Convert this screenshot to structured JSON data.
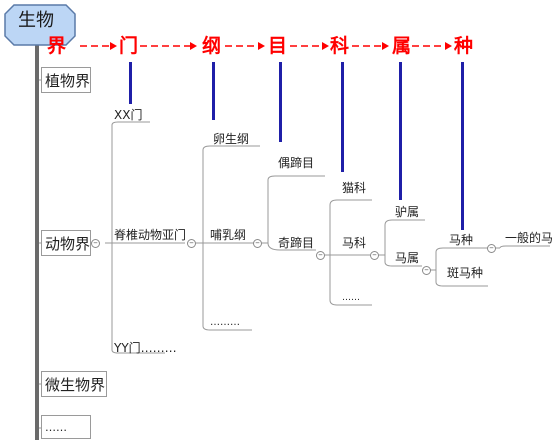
{
  "root": "生物",
  "ranks": [
    "界",
    "门",
    "纲",
    "目",
    "科",
    "属",
    "种"
  ],
  "kingdoms": [
    "植物界",
    "动物界",
    "微生物界",
    "……"
  ],
  "phyla": [
    "XX门",
    "脊椎动物亚门",
    "YY门………"
  ],
  "classes": [
    "卵生纲",
    "哺乳纲",
    "………"
  ],
  "orders": [
    "偶蹄目",
    "奇蹄目"
  ],
  "families": [
    "猫科",
    "马科",
    "……"
  ],
  "genera": [
    "驴属",
    "马属"
  ],
  "species": [
    "马种",
    "斑马种"
  ],
  "leaf": "一般的马",
  "colors": {
    "rank": "#ff0000",
    "rank_link": "#1f1fa8",
    "root_fill": "#bcd6f5",
    "line": "#999999"
  }
}
